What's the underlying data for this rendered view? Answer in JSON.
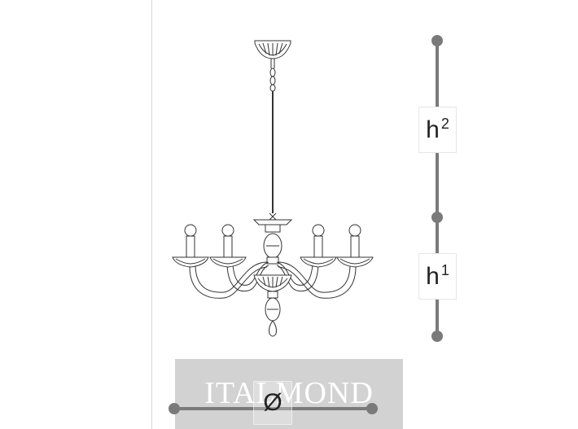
{
  "dimensions": {
    "height_top": {
      "letter": "h",
      "index": "2"
    },
    "height_bottom": {
      "letter": "h",
      "index": "1"
    },
    "diameter": {
      "symbol": "Ø"
    }
  },
  "watermark": {
    "text": "ITALMOND"
  },
  "colors": {
    "dimension_line": "#7a7a7a",
    "watermark_bg": "#d2d2d2",
    "line_art": "#333333"
  }
}
